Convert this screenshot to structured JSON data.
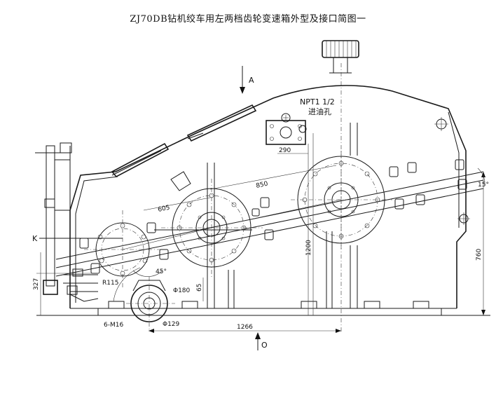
{
  "title": "ZJ70DB钻机绞车用左两档齿轮变速箱外型及接口简图一",
  "labels": {
    "view_a": "A",
    "view_o": "O",
    "oil_inlet_thread": "NPT1 1/2",
    "oil_inlet": "进油孔",
    "k_mark": "K"
  },
  "dimensions": {
    "d605": "605",
    "d850": "850",
    "d290": "290",
    "d1200": "1200",
    "d760": "760",
    "d15deg": "15°",
    "d45deg": "45°",
    "dphi180": "Φ180",
    "dphi129": "Φ129",
    "dr115": "R115",
    "d1266": "1266",
    "d65": "65",
    "d327": "327",
    "d6m16": "6-M16"
  }
}
